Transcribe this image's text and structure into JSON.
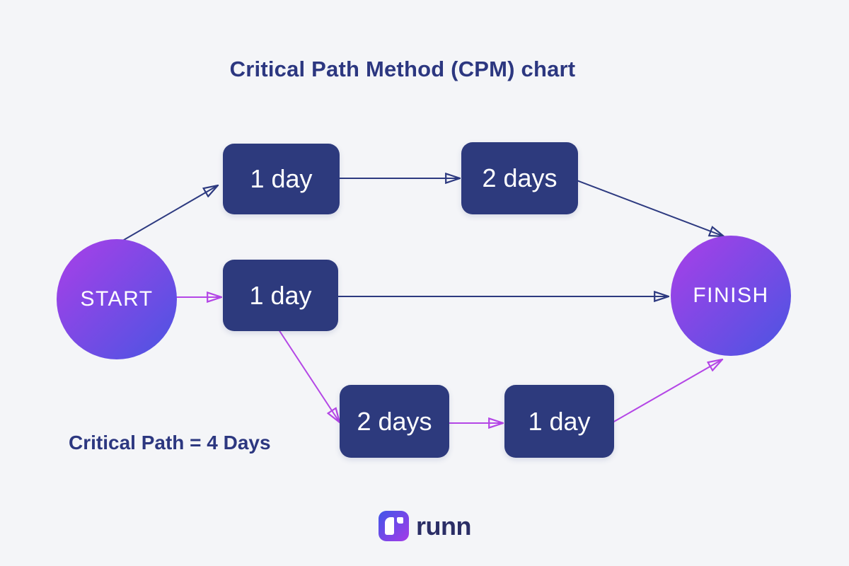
{
  "title": "Critical Path Method (CPM) chart",
  "annotation": "Critical Path = 4 Days",
  "colors": {
    "background": "#f4f5f8",
    "navy_arrow": "#2d3a80",
    "magenta_arrow": "#b446e6",
    "node_fill": "#2d3a7d",
    "heading_text": "#2c3780",
    "node_text": "#ffffff",
    "circle_gradient_from": "#aa3fe8",
    "circle_gradient_to": "#4a55e2",
    "logo_text_color": "#2b2e66"
  },
  "nodes": {
    "start": {
      "label": "START"
    },
    "top1": {
      "label": "1 day"
    },
    "top2": {
      "label": "2 days"
    },
    "mid1": {
      "label": "1 day"
    },
    "bottom1": {
      "label": "2 days"
    },
    "bottom2": {
      "label": "1 day"
    },
    "finish": {
      "label": "FINISH"
    }
  },
  "edges": [
    {
      "from": "start",
      "to": "top1",
      "critical": false
    },
    {
      "from": "top1",
      "to": "top2",
      "critical": false
    },
    {
      "from": "top2",
      "to": "finish",
      "critical": false
    },
    {
      "from": "start",
      "to": "mid1",
      "critical": true
    },
    {
      "from": "mid1",
      "to": "finish",
      "critical": false
    },
    {
      "from": "mid1",
      "to": "bottom1",
      "critical": true
    },
    {
      "from": "bottom1",
      "to": "bottom2",
      "critical": true
    },
    {
      "from": "bottom2",
      "to": "finish",
      "critical": true
    }
  ],
  "logo": {
    "text": "runn"
  }
}
